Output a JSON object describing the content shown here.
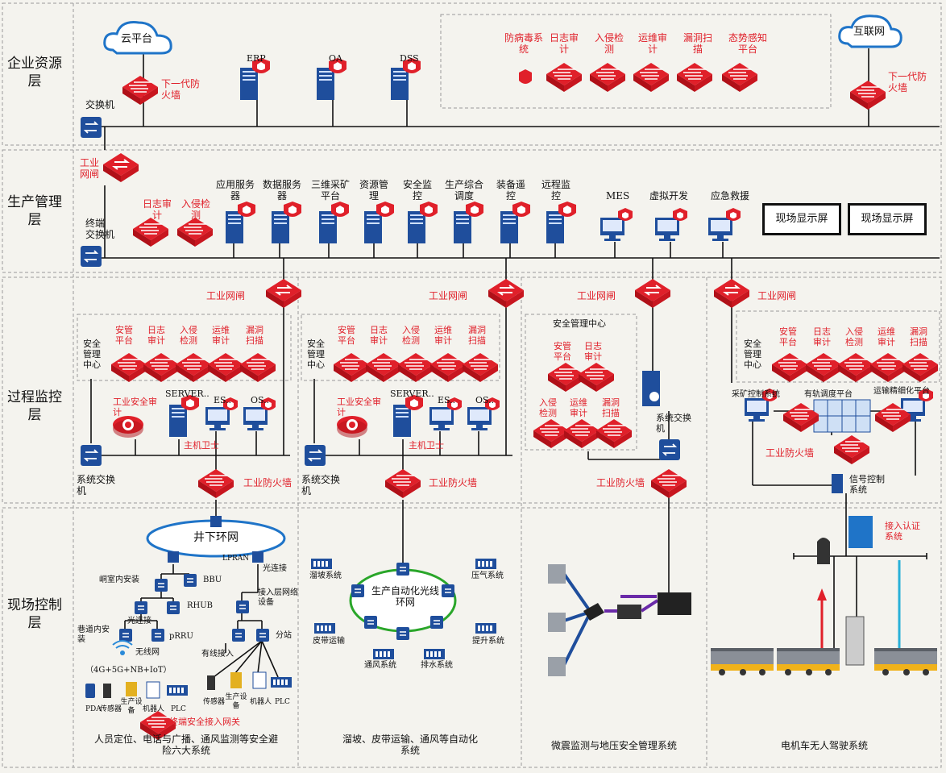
{
  "layers": {
    "enterprise": "企业资源\n层",
    "production": "生产管理\n层",
    "process": "过程监控\n层",
    "field": "现场控制\n层"
  },
  "enterprise": {
    "cloud": "云平台",
    "internet": "互联网",
    "ngfw_left": "下一代防\n火墙",
    "ngfw_right": "下一代防\n火墙",
    "switch": "交换机",
    "erp": "ERP",
    "oa": "OA",
    "dss": "DSS",
    "security_items": [
      "防病毒系\n统",
      "日志审\n计",
      "入侵检\n测",
      "运维审\n计",
      "漏洞扫\n描",
      "态势感知\n平台"
    ]
  },
  "production": {
    "gateway": "工业\n网闸",
    "log_audit": "日志审\n计",
    "intrusion": "入侵检\n测",
    "terminal_switch": "终端\n交换机",
    "servers": [
      "应用服务\n器",
      "数据服务\n器",
      "三维采矿\n平台",
      "资源管\n理",
      "安全监\n控",
      "生产综合\n调度",
      "装备遥\n控",
      "远程监\n控"
    ],
    "mes": "MES",
    "virtual": "虚拟开发",
    "emergency": "应急救援",
    "display1": "现场显示屏",
    "display2": "现场显示屏"
  },
  "process": {
    "gateway_label": "工业网闸",
    "smc": "安全\n管理\n中心",
    "smc_title": "安全管理中心",
    "items": [
      "安管\n平台",
      "日志\n审计",
      "入侵\n检测",
      "运维\n审计",
      "漏洞\n扫描"
    ],
    "iso_audit": "工业安全审\n计",
    "server": "SERVER..",
    "es": "ES..",
    "os": "OS..",
    "host_guard": "主机卫士",
    "sys_switch": "系统交换\n机",
    "firewall": "工业防火墙",
    "mining_ctrl": "采矿控制系统",
    "rail_dispatch": "有轨调度平台",
    "transport": "运输精细化平台",
    "signal_ctrl": "信号控制\n系统",
    "sys_switch2": "系统交换\n机"
  },
  "field": {
    "ring": "井下环网",
    "lpran": "LPRAN",
    "chamber": "峒室内安装",
    "bbu": "BBU",
    "rhub": "RHUB",
    "roadway": "巷道内安\n装",
    "optical": "光连接",
    "optical2": "光连接",
    "prru": "pRRU",
    "access_dev": "接入层网络\n设备",
    "substation": "分站",
    "wired": "有线接入",
    "wireless": "无线网",
    "wireless_std": "（4G+5G+NB+IoT）",
    "pda": "PDA",
    "sensor": "传感器",
    "equip": "生产设\n备",
    "robot": "机器人",
    "plc": "PLC",
    "sensor2": "传感器",
    "equip2": "生产设\n备",
    "robot2": "机器人",
    "plc2": "PLC",
    "terminal_gw": "终端安全接入网关",
    "auto_ring": "生产自动化光线\n环网",
    "chute": "溜坡系统",
    "compressor": "压气系统",
    "belt": "皮带运输",
    "hoist": "提升系统",
    "ventilation": "通风系统",
    "drainage": "排水系统",
    "access_auth": "接入认证\n系统",
    "captions": [
      "人员定位、电话与广播、通风监测等安全避\n险六大系统",
      "溜坡、皮带运输、通风等自动化\n系统",
      "微震监测与地压安全管理系统",
      "电机车无人驾驶系统"
    ]
  },
  "colors": {
    "accent": "#e0202a",
    "device_blue": "#1f4e9c",
    "line": "#111111",
    "background": "#f4f3ee"
  }
}
